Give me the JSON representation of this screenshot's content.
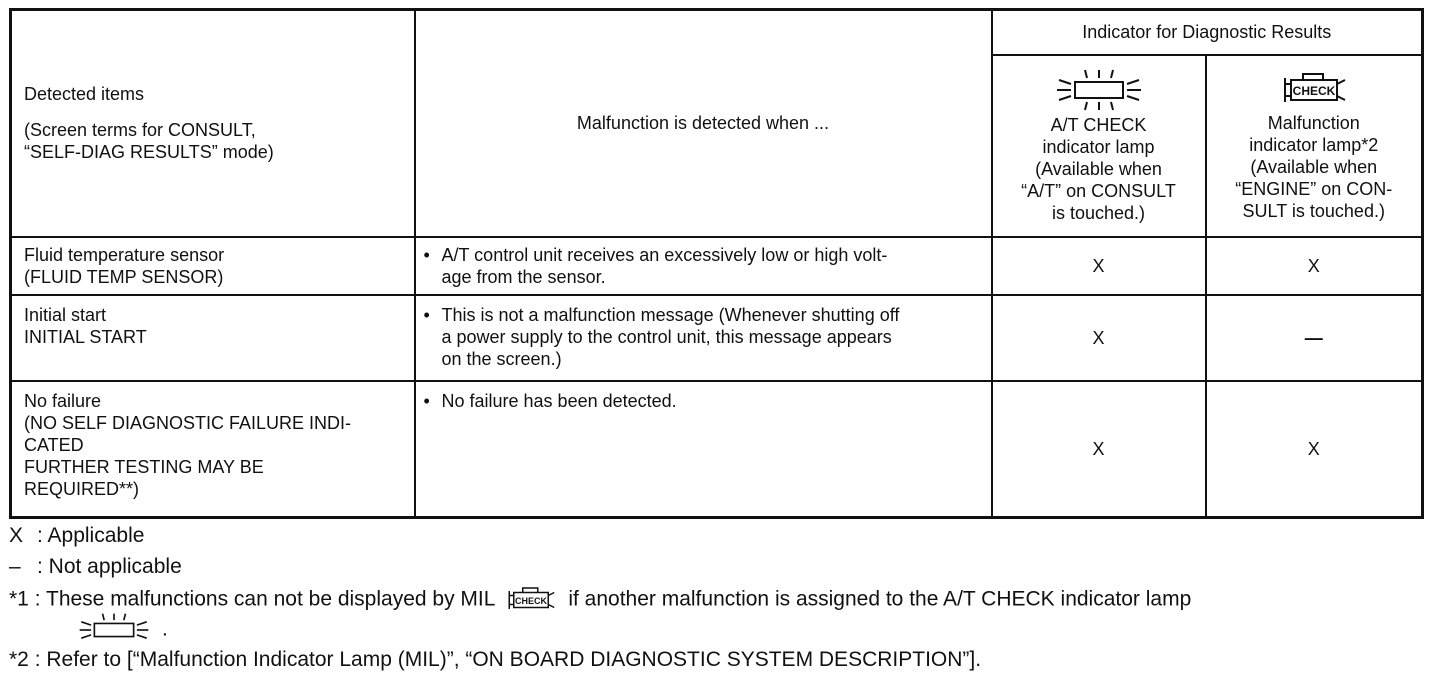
{
  "table": {
    "header": {
      "detected_items": [
        "Detected items",
        "",
        "(Screen terms for CONSULT,",
        "“SELF-DIAG RESULTS” mode)"
      ],
      "malfunction": "Malfunction is detected when ...",
      "indicator_group": "Indicator for Diagnostic Results",
      "at_check": [
        "A/T CHECK",
        "indicator lamp",
        "(Available when",
        "“A/T” on CONSULT",
        "is touched.)"
      ],
      "mil": [
        "Malfunction",
        "indicator lamp*2",
        "(Available when",
        "“ENGINE” on CON-",
        "SULT is touched.)"
      ],
      "check_icon_text": "CHECK"
    },
    "rows": [
      {
        "item": [
          "Fluid temperature sensor",
          "(FLUID TEMP SENSOR)"
        ],
        "malfunction": [
          "A/T control unit receives an excessively low or high volt-",
          "age from the sensor."
        ],
        "at_check": "X",
        "mil": "X"
      },
      {
        "item": [
          "Initial start",
          "INITIAL START"
        ],
        "malfunction": [
          "This is not a malfunction message (Whenever shutting off",
          "a power supply to the control unit, this message appears",
          "on the screen.)"
        ],
        "at_check": "X",
        "mil": "—"
      },
      {
        "item": [
          "No failure",
          "(NO SELF DIAGNOSTIC FAILURE INDI-",
          "CATED",
          "FURTHER TESTING MAY BE",
          "REQUIRED**)"
        ],
        "malfunction": [
          "No failure has been detected."
        ],
        "at_check": "X",
        "mil": "X"
      }
    ]
  },
  "legend": {
    "x": {
      "key": "X",
      "text": ": Applicable"
    },
    "dash": {
      "key": "–",
      "text": ": Not applicable"
    },
    "note1": {
      "key": "*1",
      "before": ": These malfunctions can not be displayed by MIL",
      "after": "if another malfunction is assigned to the A/T CHECK indicator lamp",
      "end": "."
    },
    "note2": {
      "key": "*2",
      "text": ": Refer to [“Malfunction Indicator Lamp (MIL)”, “ON BOARD DIAGNOSTIC SYSTEM DESCRIPTION”]."
    }
  }
}
